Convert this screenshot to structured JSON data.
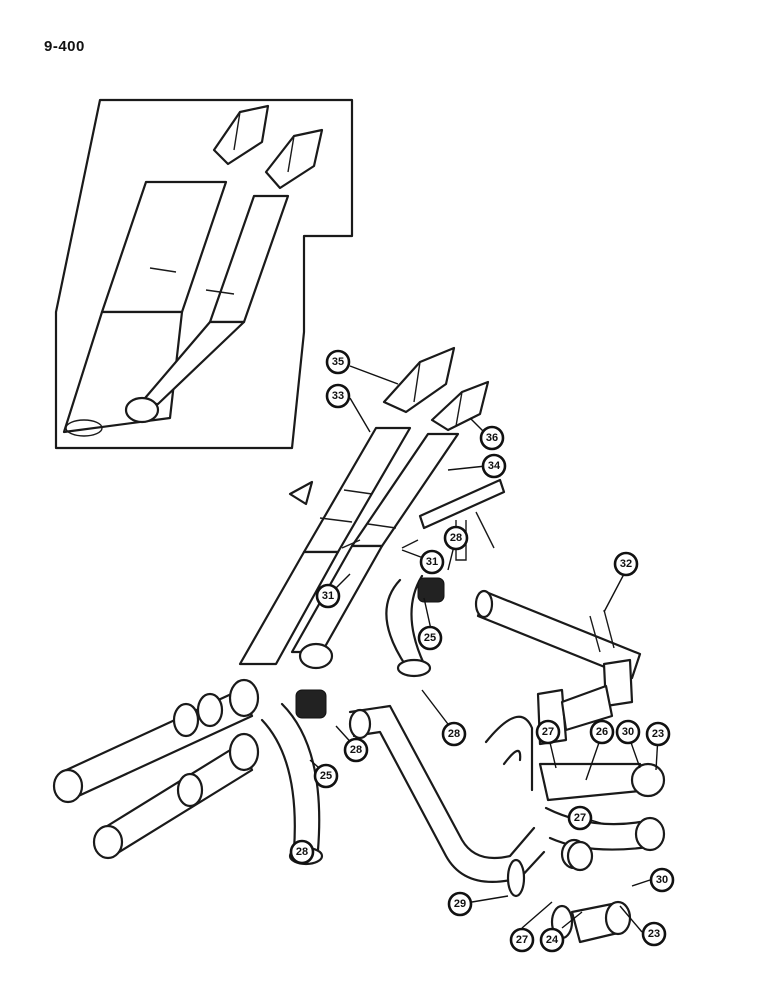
{
  "page_label": "9-400",
  "callouts": [
    {
      "id": "c35a",
      "label": "35"
    },
    {
      "id": "c33",
      "label": "33"
    },
    {
      "id": "c36",
      "label": "36"
    },
    {
      "id": "c34",
      "label": "34"
    },
    {
      "id": "c28a",
      "label": "28"
    },
    {
      "id": "c31a",
      "label": "31"
    },
    {
      "id": "c31b",
      "label": "31"
    },
    {
      "id": "c32",
      "label": "32"
    },
    {
      "id": "c25a",
      "label": "25"
    },
    {
      "id": "c28b",
      "label": "28"
    },
    {
      "id": "c28c",
      "label": "28"
    },
    {
      "id": "c27a",
      "label": "27"
    },
    {
      "id": "c26",
      "label": "26"
    },
    {
      "id": "c30a",
      "label": "30"
    },
    {
      "id": "c23a",
      "label": "23"
    },
    {
      "id": "c25b",
      "label": "25"
    },
    {
      "id": "c27b",
      "label": "27"
    },
    {
      "id": "c28d",
      "label": "28"
    },
    {
      "id": "c30b",
      "label": "30"
    },
    {
      "id": "c29",
      "label": "29"
    },
    {
      "id": "c23b",
      "label": "23"
    },
    {
      "id": "c27c",
      "label": "27"
    },
    {
      "id": "c24",
      "label": "24"
    }
  ]
}
